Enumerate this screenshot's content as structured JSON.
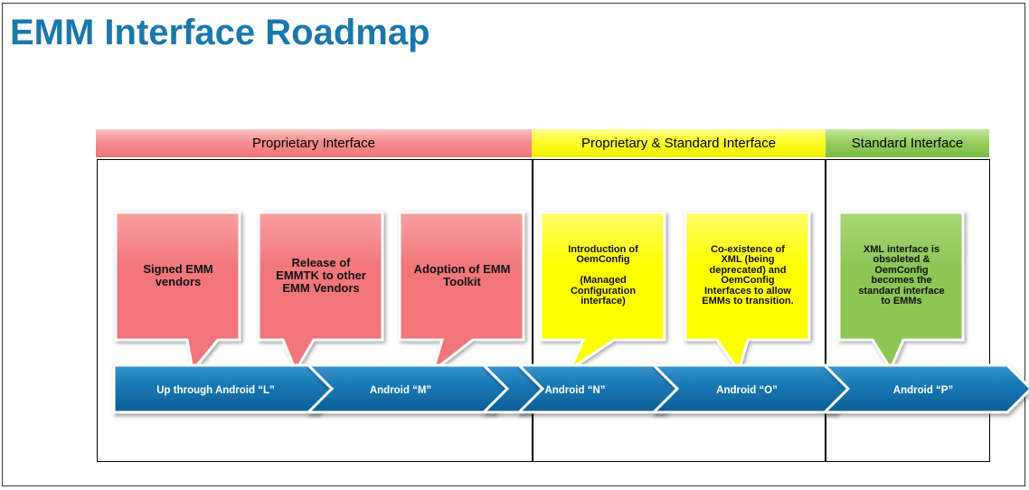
{
  "title": "EMM Interface Roadmap",
  "phases": {
    "proprietary": "Proprietary Interface",
    "mixed": "Proprietary & Standard Interface",
    "standard": "Standard Interface"
  },
  "colors": {
    "title": "#1a78ad",
    "red": "#f2767b",
    "yellow": "#ffff00",
    "green": "#8dc655",
    "blue": "#1577b4"
  },
  "callouts": [
    {
      "text": "Signed EMM\nvendors",
      "color": "red"
    },
    {
      "text": "Release of\nEMMTK to other\nEMM Vendors",
      "color": "red"
    },
    {
      "text": "Adoption of EMM\nToolkit",
      "color": "red"
    },
    {
      "text": "Introduction of\nOemConfig\n\n(Managed\nConfiguration\ninterface)",
      "color": "yellow"
    },
    {
      "text": "Co-existence of\nXML (being\ndeprecated) and\nOemConfig\nInterfaces to allow\nEMMs to transition.",
      "color": "yellow"
    },
    {
      "text": "XML interface is\nobsoleted &\nOemConfig\nbecomes the\nstandard interface\nto EMMs",
      "color": "green"
    }
  ],
  "timeline": [
    "Up through Android “L”",
    "Android “M”",
    "",
    "Android “N”",
    "Android “O”",
    "Android “P”"
  ]
}
